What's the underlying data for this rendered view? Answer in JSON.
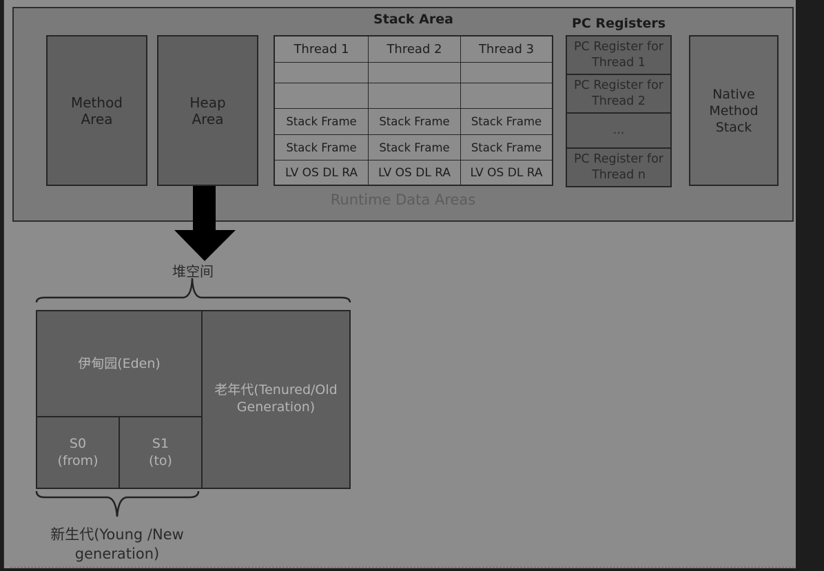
{
  "runtime": {
    "label": "Runtime Data Areas",
    "method_area": "Method\nArea",
    "heap_area": "Heap\nArea",
    "native_method_stack": "Native\nMethod\nStack"
  },
  "stack_area": {
    "title": "Stack Area",
    "threads": [
      "Thread 1",
      "Thread 2",
      "Thread 3"
    ],
    "frame_label": "Stack Frame",
    "frame_detail": "LV OS DL RA"
  },
  "pc_registers": {
    "title": "PC Registers",
    "items": [
      "PC Register for\nThread 1",
      "PC Register for\nThread 2",
      "...",
      "PC Register for\nThread n"
    ]
  },
  "heap": {
    "title": "堆空间",
    "eden": "伊甸园(Eden)",
    "s0": "S0\n(from)",
    "s1": "S1\n(to)",
    "old": "老年代(Tenured/Old\nGeneration)",
    "young_label": "新生代(Young /New\ngeneration)"
  },
  "colors": {
    "background": "#8c8c8c",
    "dark_box": "#5f5f5f",
    "outline": "#262626",
    "arrow": "#000000"
  }
}
